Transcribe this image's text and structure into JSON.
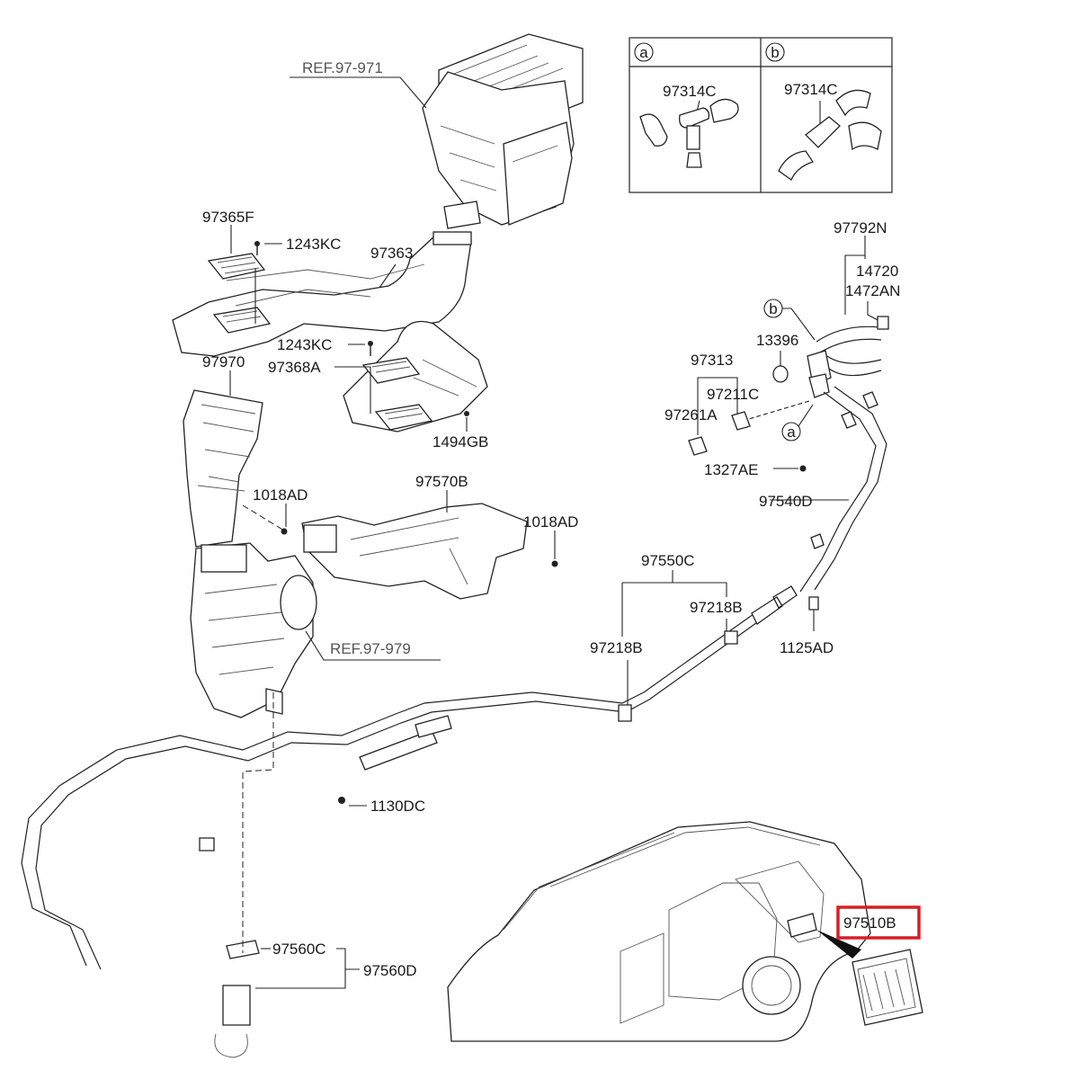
{
  "inset": {
    "a": {
      "letter": "a",
      "part": "97314C"
    },
    "b": {
      "letter": "b",
      "part": "97314C"
    }
  },
  "refs": {
    "ref_971": "REF.97-971",
    "ref_979": "REF.97-979"
  },
  "labels": {
    "p97365F": "97365F",
    "p1243KC_top": "1243KC",
    "p97363": "97363",
    "p1243KC_mid": "1243KC",
    "p97368A": "97368A",
    "p97970": "97970",
    "p1494GB": "1494GB",
    "p1018AD_left": "1018AD",
    "p97570B": "97570B",
    "p1018AD_right": "1018AD",
    "p97792N": "97792N",
    "p14720": "14720",
    "p1472AN": "1472AN",
    "callout_b": "b",
    "p13396": "13396",
    "p97313": "97313",
    "p97211C": "97211C",
    "p97261A": "97261A",
    "callout_a": "a",
    "p1327AE": "1327AE",
    "p97540D": "97540D",
    "p97550C": "97550C",
    "p97218B_right": "97218B",
    "p97218B_left": "97218B",
    "p1125AD": "1125AD",
    "p1130DC": "1130DC",
    "p97560C": "97560C",
    "p97560D": "97560D",
    "p97510B": "97510B"
  },
  "highlight": {
    "part": "97510B",
    "color": "#d61f26"
  }
}
